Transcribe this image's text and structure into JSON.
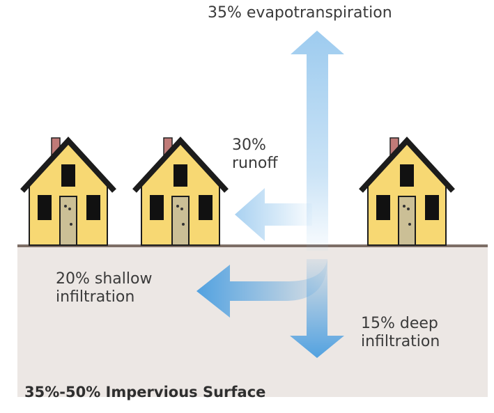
{
  "labels": {
    "evapotranspiration": "35% evapotranspiration",
    "runoff_line1": "30%",
    "runoff_line2": "runoff",
    "shallow_line1": "20% shallow",
    "shallow_line2": "infiltration",
    "deep_line1": "15% deep",
    "deep_line2": "infiltration"
  },
  "caption": "35%-50% Impervious Surface",
  "colors": {
    "arrow_blue": "#8cc2ec",
    "arrow_deep_blue": "#4a9ee0",
    "house_fill": "#f7d873",
    "house_roof": "#1c1c1c",
    "door": "#cbbf96",
    "chimney": "#c07b78",
    "ground": "#ece7e4",
    "ground_line": "#7d6e66"
  }
}
